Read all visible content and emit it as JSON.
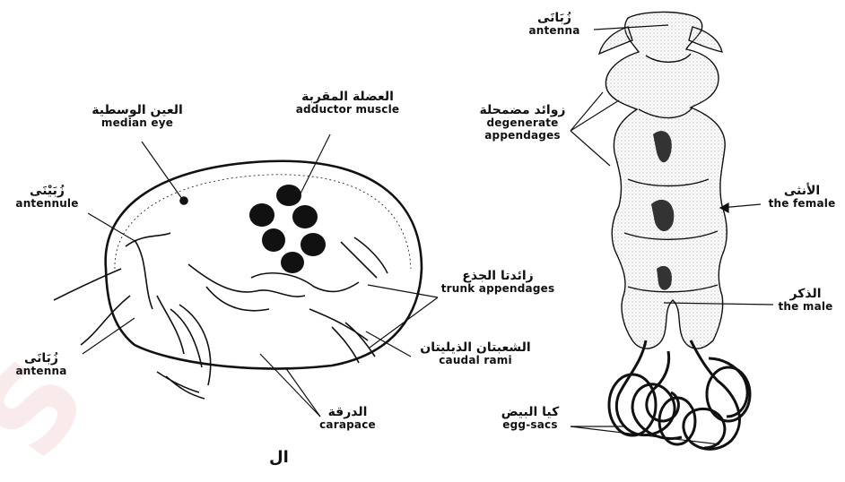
{
  "watermark": "S",
  "partial_caption": "ال",
  "left_figure": {
    "labels": {
      "median_eye": {
        "ar": "العين الوسطية",
        "en": "median eye"
      },
      "adductor_muscle": {
        "ar": "العضلة المقربة",
        "en": "adductor muscle"
      },
      "antennule": {
        "ar": "زُبَيْنَى",
        "en": "antennule"
      },
      "antenna": {
        "ar": "زُبَانَى",
        "en": "antenna"
      },
      "trunk_appendages": {
        "ar": "زائدتا الجذع",
        "en": "trunk appendages"
      },
      "caudal_rami": {
        "ar": "الشعبتان الذيليتان",
        "en": "caudal rami"
      },
      "carapace": {
        "ar": "الدرقة",
        "en": "carapace"
      }
    }
  },
  "right_figure": {
    "labels": {
      "antenna": {
        "ar": "زُبَانَى",
        "en": "antenna"
      },
      "degenerate_appendages": {
        "ar": "زوائد مضمحلة",
        "en": "degenerate appendages"
      },
      "female": {
        "ar": "الأنثى",
        "en": "the female"
      },
      "male": {
        "ar": "الذكر",
        "en": "the male"
      },
      "egg_sacs": {
        "ar": "كيا البيض",
        "en": "egg-sacs"
      }
    }
  },
  "colors": {
    "ink": "#111111",
    "stipple": "#9a9a9a",
    "watermark": "#f6dede"
  }
}
